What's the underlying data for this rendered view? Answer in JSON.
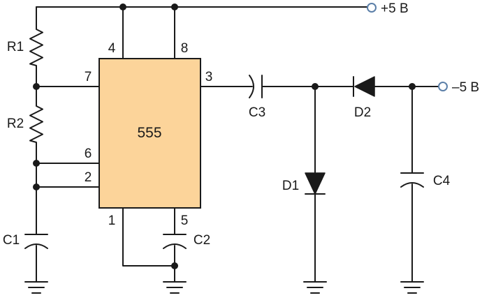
{
  "chip": {
    "name": "555",
    "fill": "#fcd49a",
    "stroke": "#1a1a1a"
  },
  "pins": {
    "p4": "4",
    "p8": "8",
    "p7": "7",
    "p3": "3",
    "p6": "6",
    "p2": "2",
    "p1": "1",
    "p5": "5"
  },
  "components": {
    "r1": "R1",
    "r2": "R2",
    "c1": "C1",
    "c2": "C2",
    "c3": "C3",
    "c4": "C4",
    "d1": "D1",
    "d2": "D2"
  },
  "terminals": {
    "vplus": "+5 В",
    "vminus": "–5 В"
  },
  "colors": {
    "terminal": "#5b7fa8",
    "wire": "#1a1a1a"
  }
}
